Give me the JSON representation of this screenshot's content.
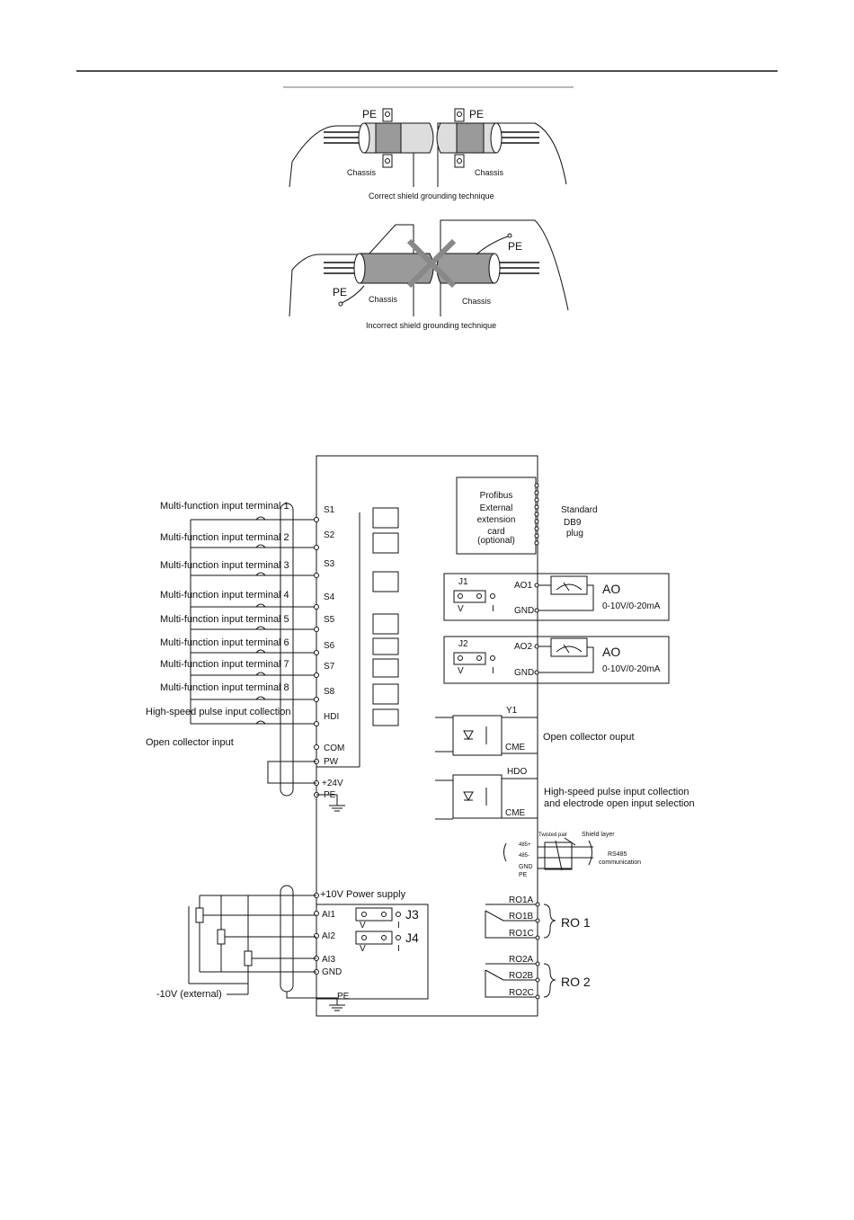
{
  "top_figure": {
    "correct": {
      "pe_left": "PE",
      "pe_right": "PE",
      "chassis_left": "Chassis",
      "chassis_right": "Chassis",
      "caption": "Correct shield grounding technique"
    },
    "incorrect": {
      "pe_left": "PE",
      "pe_right": "PE",
      "chassis_left": "Chassis",
      "chassis_right": "Chassis",
      "caption": "Incorrect shield grounding technique"
    }
  },
  "wiring": {
    "inputs": [
      {
        "label": "Multi-function input terminal 1",
        "terminal": "S1"
      },
      {
        "label": "Multi-function input terminal 2",
        "terminal": "S2"
      },
      {
        "label": "Multi-function input terminal 3",
        "terminal": "S3"
      },
      {
        "label": "Multi-function input terminal 4",
        "terminal": "S4"
      },
      {
        "label": "Multi-function input terminal 5",
        "terminal": "S5"
      },
      {
        "label": "Multi-function input terminal 6",
        "terminal": "S6"
      },
      {
        "label": "Multi-function input terminal 7",
        "terminal": "S7"
      },
      {
        "label": "Multi-function input terminal 8",
        "terminal": "S8"
      },
      {
        "label": "High-speed pulse input collection",
        "terminal": "HDI"
      }
    ],
    "open_collector_input": "Open collector input",
    "com": "COM",
    "pw": "PW",
    "plus24": "+24V",
    "pe": "PE",
    "profibus": {
      "line1": "Profibus",
      "line2": "External",
      "line3": "extension",
      "line4": "card",
      "line5": "(optional)"
    },
    "db9": {
      "line1": "Standard",
      "line2": "DB9",
      "line3": "plug"
    },
    "ao1": {
      "jumper": "J1",
      "terminal": "AO1",
      "gnd": "GND",
      "v": "V",
      "i": "I",
      "label": "AO",
      "range": "0-10V/0-20mA"
    },
    "ao2": {
      "jumper": "J2",
      "terminal": "AO2",
      "gnd": "GND",
      "v": "V",
      "i": "I",
      "label": "AO",
      "range": "0-10V/0-20mA"
    },
    "y1": "Y1",
    "cme1": "CME",
    "open_collector_output": "Open collector ouput",
    "hdo": "HDO",
    "cme2": "CME",
    "hs_output_line1": "High-speed pulse input collection",
    "hs_output_line2": "and electrode open input selection",
    "rs485": {
      "twisted": "Twisted pair",
      "shield": "Shield layer",
      "p485": "485+",
      "n485": "485-",
      "gnd": "GND",
      "pe": "PE",
      "comm_line1": "RS485",
      "comm_line2": "communication"
    },
    "plus10v": "+10V Power supply",
    "ai1": "AI1",
    "ai2": "AI2",
    "ai3": "AI3",
    "gnd": "GND",
    "pe_bottom": "PE",
    "j3": {
      "label": "J3",
      "v": "V",
      "i": "I"
    },
    "j4": {
      "label": "J4",
      "v": "V",
      "i": "I"
    },
    "minus10v": "-10V (external)",
    "relays": [
      {
        "a": "RO1A",
        "b": "RO1B",
        "c": "RO1C",
        "label": "RO 1"
      },
      {
        "a": "RO2A",
        "b": "RO2B",
        "c": "RO2C",
        "label": "RO 2"
      }
    ]
  }
}
